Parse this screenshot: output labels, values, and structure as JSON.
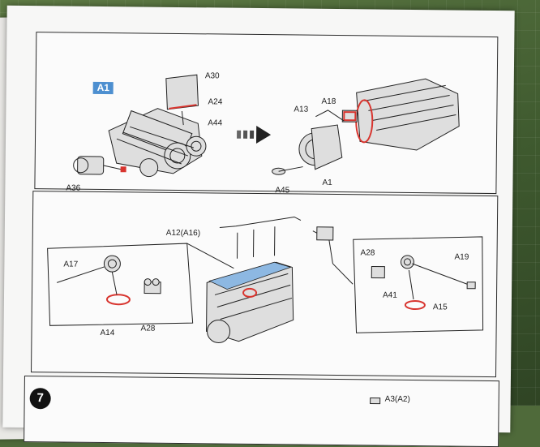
{
  "top_panel": {
    "badge": "A1",
    "parts": [
      "A30",
      "A24",
      "A44",
      "A36",
      "A18",
      "A13",
      "A45",
      "A1"
    ]
  },
  "middle_panel": {
    "parts": [
      "A12(A16)",
      "A17",
      "A14",
      "A28",
      "A28",
      "A19",
      "A41",
      "A15"
    ]
  },
  "bottom_panel": {
    "step_number": "7",
    "parts": [
      "A3(A2)"
    ]
  },
  "colors": {
    "highlight_red": "#d8352f",
    "badge_blue": "#4d8fd0"
  }
}
